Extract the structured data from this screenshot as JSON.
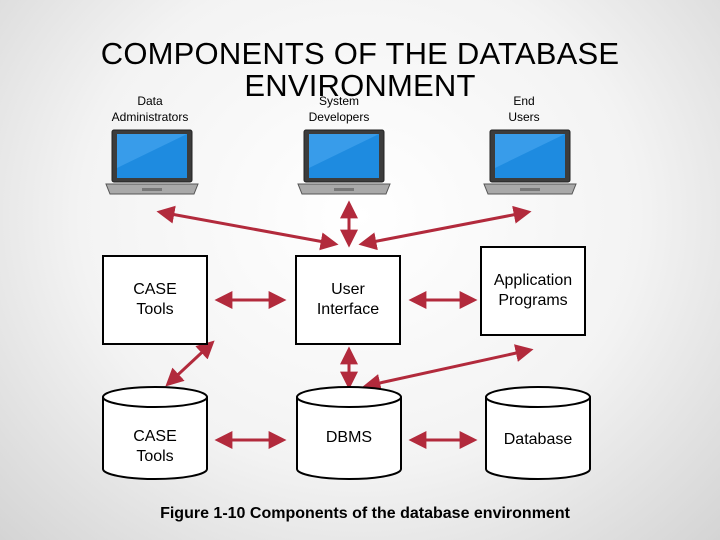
{
  "title": {
    "line1": "COMPONENTS OF THE DATABASE",
    "line2": "ENVIRONMENT"
  },
  "roles": [
    {
      "label": "Data\nAdministrators",
      "icon": "laptop-icon"
    },
    {
      "label": "System\nDevelopers",
      "icon": "laptop-icon"
    },
    {
      "label": "End\nUsers",
      "icon": "laptop-icon"
    }
  ],
  "boxes": [
    {
      "label": "CASE\nTools"
    },
    {
      "label": "User\nInterface"
    },
    {
      "label": "Application\nPrograms"
    }
  ],
  "drums": [
    {
      "label": "CASE\nTools",
      "icon": "database-cylinder-icon"
    },
    {
      "label": "DBMS",
      "icon": "database-cylinder-icon"
    },
    {
      "label": "Database",
      "icon": "database-cylinder-icon"
    }
  ],
  "caption": "Figure 1-10 Components of the database environment",
  "colors": {
    "arrow": "#b22a3c",
    "screen": "#1e8be0",
    "background": "#f3f3f3"
  }
}
